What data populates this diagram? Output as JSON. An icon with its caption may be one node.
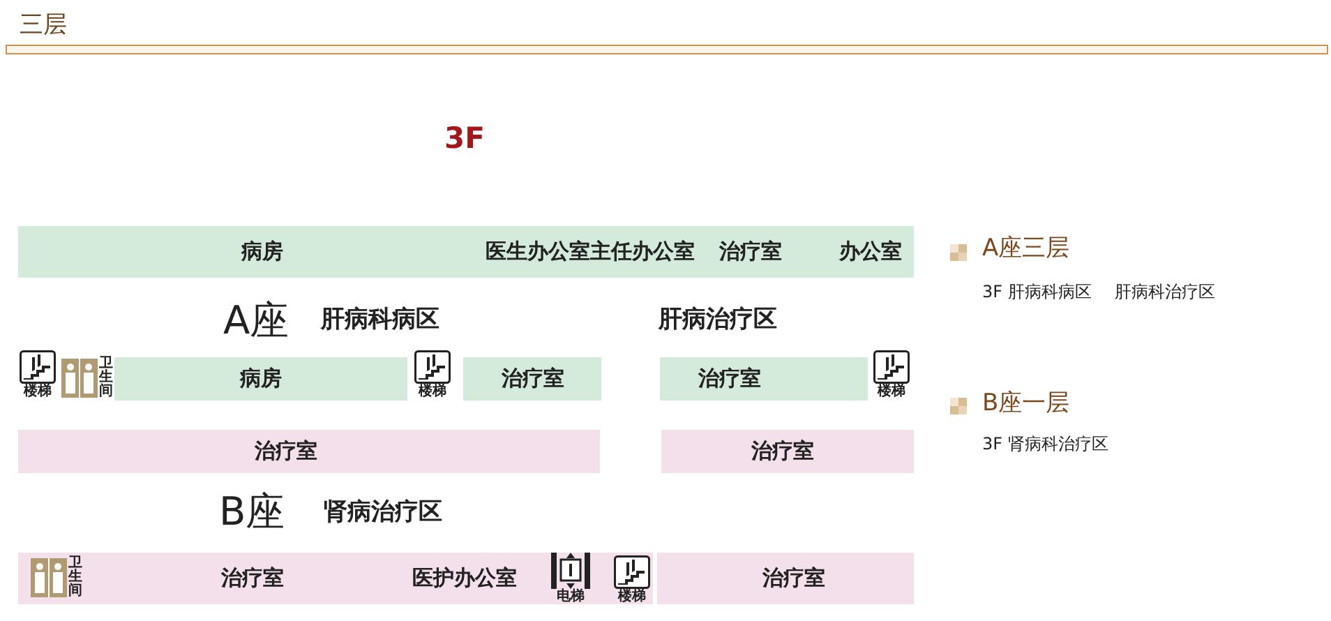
{
  "diagram": {
    "title": "三层",
    "nodes": [
      {
        "text": [
          "病房",
          "医生办公室主任办公室",
          "治疗室",
          "办公室"
        ]
      },
      {
        "text": [
          "病房"
        ]
      },
      {
        "text": [
          "治疗室"
        ]
      },
      {
        "text": [
          "治疗室"
        ]
      },
      {
        "text": [
          "治疗室"
        ]
      },
      {
        "text": [
          "治疗室"
        ]
      },
      {
        "text": [
          "治疗室",
          "医护办公室"
        ]
      },
      {
        "text": [
          "治疗室"
        ]
      }
    ],
    "labels": [
      "3F",
      "A座",
      "肝病科病区",
      "肝病治疗区",
      "楼梯",
      "卫生间",
      "楼梯",
      "楼梯",
      "B座",
      "肾病治疗区",
      "卫生间",
      "电梯",
      "楼梯",
      "A座三层",
      "3F 肝病科病区",
      "肝病科治疗区",
      "B座一层",
      "3F 肾病科治疗区"
    ]
  }
}
